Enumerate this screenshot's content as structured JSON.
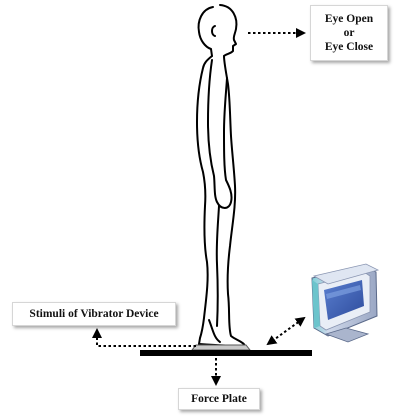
{
  "labels": {
    "eye_line1": "Eye Open",
    "eye_line2": "or",
    "eye_line3": "Eye Close",
    "stimuli": "Stimuli of Vibrator Device",
    "force_plate": "Force Plate"
  },
  "icons": {
    "person": "standing-person-outline",
    "monitor": "computer-monitor",
    "plate": "force-plate"
  },
  "colors": {
    "outline": "#000000",
    "monitor_body": "#b9c4dc",
    "monitor_screen": "#3f63b6",
    "label_bg": "#ffffff"
  }
}
